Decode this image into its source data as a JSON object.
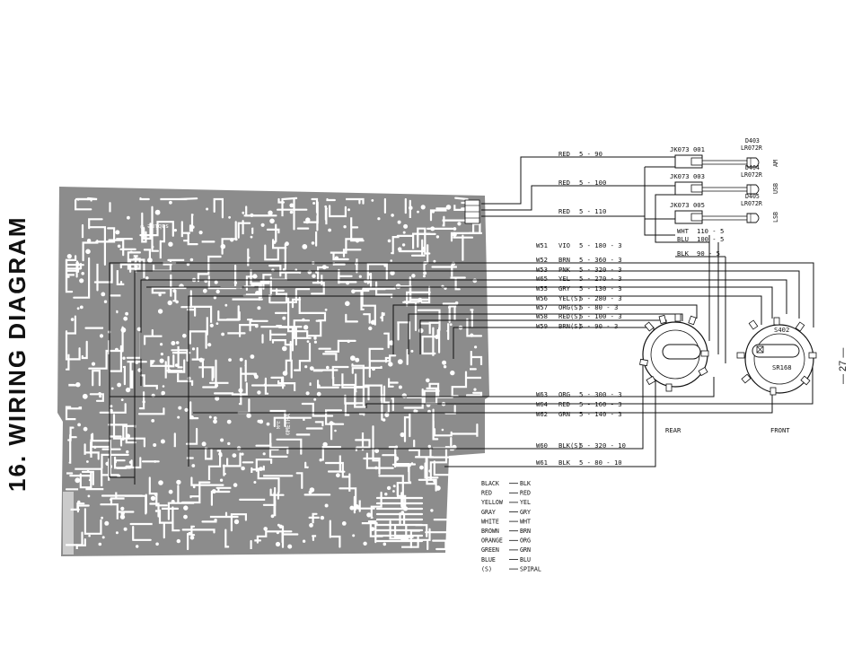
{
  "title": "16.  WIRING DIAGRAM",
  "page_number": "— 27 —",
  "board_silkscreen": [
    "sabine ©",
    "©METRA",
    "MFE"
  ],
  "top_wires": [
    {
      "color": "RED",
      "part": "5 - 90"
    },
    {
      "color": "RED",
      "part": "5 - 100"
    },
    {
      "color": "RED",
      "part": "5 - 110"
    }
  ],
  "jacks": [
    {
      "name": "JK073  001",
      "diode": "D403",
      "led": "LR072R",
      "band": "AM"
    },
    {
      "name": "JK073  003",
      "diode": "D404",
      "led": "LR072R",
      "band": "USB"
    },
    {
      "name": "JK073  005",
      "diode": "D405",
      "led": "LR072R",
      "band": "LSB"
    }
  ],
  "jack_wires": [
    {
      "color": "WHT",
      "part": "110 - 5"
    },
    {
      "color": "BLU",
      "part": "100 - 5"
    },
    {
      "color": "BLK",
      "part": "90 - 5"
    }
  ],
  "wires_upper": [
    {
      "id": "W51",
      "color": "VIO",
      "part": "5 - 180 - 3"
    },
    {
      "id": "W52",
      "color": "BRN",
      "part": "5 - 360 - 3"
    },
    {
      "id": "W53",
      "color": "PNK",
      "part": "5 - 320 - 3"
    },
    {
      "id": "W65",
      "color": "YEL",
      "part": "5 - 270 - 3"
    },
    {
      "id": "W55",
      "color": "GRY",
      "part": "5 - 130 - 3"
    },
    {
      "id": "W56",
      "color": "YEL(S)",
      "part": "5 - 280 - 3"
    },
    {
      "id": "W57",
      "color": "ORG(S)",
      "part": "5 - 80 - 3"
    },
    {
      "id": "W58",
      "color": "RED(S)",
      "part": "5 - 100 - 3"
    },
    {
      "id": "W59",
      "color": "BRN(S)",
      "part": "5 - 90 - 3"
    }
  ],
  "wires_lower": [
    {
      "id": "W63",
      "color": "ORG",
      "part": "5 - 300 - 3"
    },
    {
      "id": "W64",
      "color": "RED",
      "part": "5 - 160 - 3"
    },
    {
      "id": "W62",
      "color": "GRN",
      "part": "5 - 140 - 3"
    }
  ],
  "wires_bottom": [
    {
      "id": "W60",
      "color": "BLK(S)",
      "part": "5 - 320 - 10"
    },
    {
      "id": "W61",
      "color": "BLK",
      "part": "5 - 80 - 10"
    }
  ],
  "switch_front": {
    "name": "S402",
    "model": "SR168"
  },
  "labels": {
    "rear": "REAR",
    "front": "FRONT"
  },
  "legend": [
    {
      "name": "BLACK",
      "abbr": "BLK"
    },
    {
      "name": "RED",
      "abbr": "RED"
    },
    {
      "name": "YELLOW",
      "abbr": "YEL"
    },
    {
      "name": "GRAY",
      "abbr": "GRY"
    },
    {
      "name": "WHITE",
      "abbr": "WHT"
    },
    {
      "name": "BROWN",
      "abbr": "BRN"
    },
    {
      "name": "ORANGE",
      "abbr": "ORG"
    },
    {
      "name": "GREEN",
      "abbr": "GRN"
    },
    {
      "name": "BLUE",
      "abbr": "BLU"
    },
    {
      "name": "(S)",
      "abbr": "SPIRAL"
    }
  ],
  "colors": {
    "board": "#8c8c8c",
    "ink": "#111111",
    "paper": "#ffffff"
  }
}
